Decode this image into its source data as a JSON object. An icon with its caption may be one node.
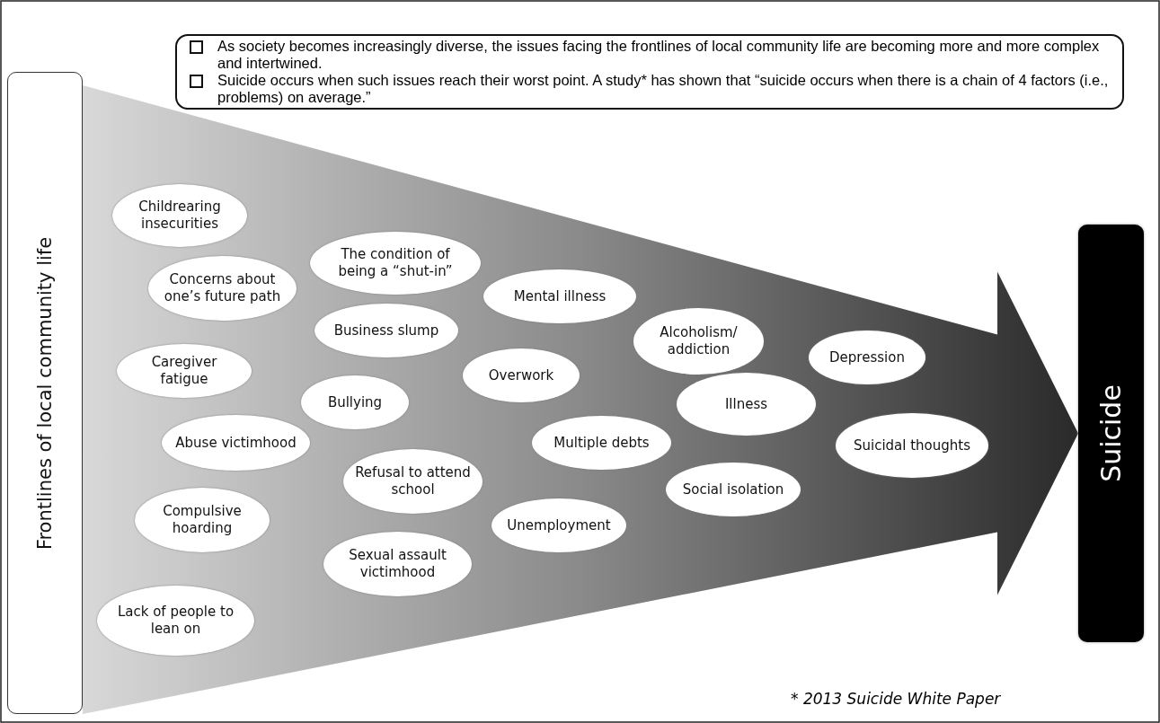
{
  "diagram": {
    "nodes": [
      {
        "text": [
          "Frontlines of local community life"
        ]
      },
      {
        "text": [
          "Suicide"
        ]
      },
      {
        "text": [
          "Childrearing insecurities"
        ]
      },
      {
        "text": [
          "Concerns about one’s future path"
        ]
      },
      {
        "text": [
          "Caregiver fatigue"
        ]
      },
      {
        "text": [
          "Abuse victimhood"
        ]
      },
      {
        "text": [
          "Compulsive hoarding"
        ]
      },
      {
        "text": [
          "Lack of people to lean on"
        ]
      },
      {
        "text": [
          "The condition of being a “shut-in”"
        ]
      },
      {
        "text": [
          "Business slump"
        ]
      },
      {
        "text": [
          "Bullying"
        ]
      },
      {
        "text": [
          "Refusal to attend school"
        ]
      },
      {
        "text": [
          "Sexual assault victimhood"
        ]
      },
      {
        "text": [
          "Mental illness"
        ]
      },
      {
        "text": [
          "Overwork"
        ]
      },
      {
        "text": [
          "Multiple debts"
        ]
      },
      {
        "text": [
          "Unemployment"
        ]
      },
      {
        "text": [
          "Alcoholism/ addiction"
        ]
      },
      {
        "text": [
          "Illness"
        ]
      },
      {
        "text": [
          "Social isolation"
        ]
      },
      {
        "text": [
          "Depression"
        ]
      },
      {
        "text": [
          "Suicidal thoughts"
        ]
      },
      {
        "text": [
          "As society becomes increasingly diverse, the issues facing the frontlines of local community life are becoming more and more complex and intertwined.",
          "Suicide occurs when such issues reach their worst point. A study* has shown that “suicide occurs when there is a chain of 4 factors (i.e., problems) on average.”"
        ]
      }
    ],
    "edges": [
      {
        "from": 0,
        "to": 1,
        "arrow": "to"
      }
    ],
    "labels": [
      "* *2013 Suicide White Paper*"
    ]
  }
}
